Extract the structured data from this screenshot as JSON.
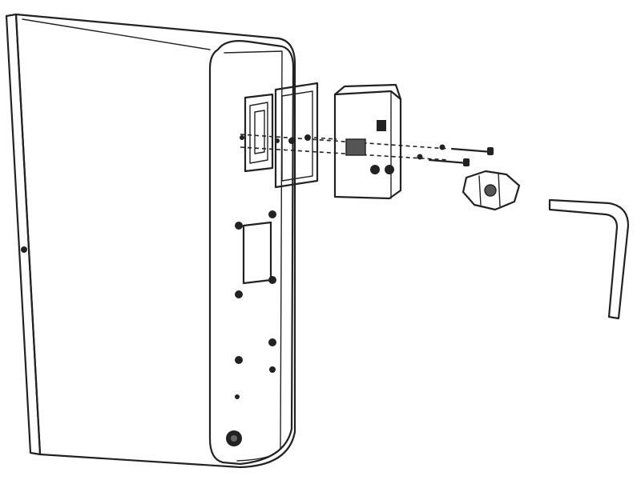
{
  "diagram": {
    "parts": [
      {
        "id": "speaker-cabinet",
        "icon": "speaker-cabinet-icon"
      },
      {
        "id": "cabinet-bracket",
        "icon": "bracket-plate-icon"
      },
      {
        "id": "mounting-adapter",
        "icon": "mount-block-icon"
      },
      {
        "id": "screws",
        "icon": "screw-icon",
        "count": 2
      },
      {
        "id": "ball-joint-nut",
        "icon": "nut-icon"
      },
      {
        "id": "hex-key",
        "icon": "hex-key-icon"
      }
    ],
    "colors": {
      "outline": "#222222",
      "background": "#ffffff",
      "adapter_fill": "#8a8a8a",
      "nut_fill": "#9a9a9a"
    }
  }
}
